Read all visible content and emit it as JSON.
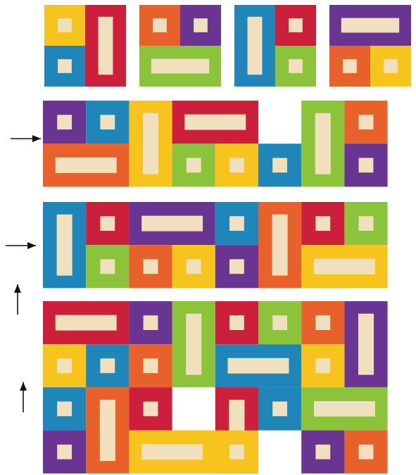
{
  "colors": {
    "Y": "#f6c41c",
    "R": "#cc1f3c",
    "B": "#1f86b9",
    "O": "#e8612a",
    "P": "#6a3592",
    "G": "#8bc43a",
    "cream": "#f1e0bd",
    "arrow": "#111111"
  },
  "blocks": [
    {
      "name": "block-1",
      "pieces": [
        [
          "sq",
          "Y"
        ],
        [
          "vbar",
          "R"
        ],
        [
          "sq",
          "B"
        ]
      ]
    },
    {
      "name": "block-2",
      "pieces": [
        [
          "sq",
          "O"
        ],
        [
          "sq",
          "P"
        ],
        [
          "hbar",
          "G"
        ]
      ]
    },
    {
      "name": "block-3",
      "pieces": [
        [
          "vbar",
          "B"
        ],
        [
          "sq",
          "R"
        ],
        [
          "sq",
          "G"
        ]
      ]
    },
    {
      "name": "block-4",
      "pieces": [
        [
          "hbar",
          "P"
        ],
        [
          "sq",
          "O"
        ],
        [
          "sq",
          "Y"
        ]
      ]
    }
  ],
  "rows": [
    {
      "name": "row-1",
      "pieces": [
        [
          "sq",
          "P"
        ],
        [
          "sq",
          "B"
        ],
        [
          "hbar",
          "O"
        ],
        [
          "vbar",
          "Y"
        ],
        [
          "hbar",
          "R"
        ],
        [
          "sq",
          "G"
        ],
        [
          "sq",
          "Y"
        ],
        [
          "sq",
          "B"
        ],
        [
          "vbar",
          "G"
        ],
        [
          "sq",
          "O"
        ],
        [
          "sq",
          "P"
        ]
      ]
    },
    {
      "name": "row-2",
      "pieces": [
        [
          "vbar",
          "B"
        ],
        [
          "sq",
          "R"
        ],
        [
          "sq",
          "G"
        ],
        [
          "hbar",
          "P"
        ],
        [
          "sq",
          "O"
        ],
        [
          "sq",
          "Y"
        ],
        [
          "sq",
          "B"
        ],
        [
          "sq",
          "P"
        ],
        [
          "vbar",
          "O"
        ],
        [
          "sq",
          "R"
        ],
        [
          "sq",
          "G"
        ],
        [
          "hbar",
          "Y"
        ]
      ]
    }
  ],
  "quilt": {
    "name": "quilt",
    "pieces": [
      [
        "hbar",
        "R"
      ],
      [
        "sq",
        "P"
      ],
      [
        "vbar",
        "G"
      ],
      [
        "sq",
        "R"
      ],
      [
        "sq",
        "G"
      ],
      [
        "sq",
        "O"
      ],
      [
        "vbar",
        "P"
      ],
      [
        "sq",
        "Y"
      ],
      [
        "sq",
        "B"
      ],
      [
        "sq",
        "O"
      ],
      [
        "hbar",
        "B"
      ],
      [
        "sq",
        "Y"
      ],
      [
        "sq",
        "B"
      ],
      [
        "vbar",
        "O"
      ],
      [
        "sq",
        "R"
      ],
      [
        "vbar",
        "R"
      ],
      [
        "sq",
        "B"
      ],
      [
        "hbar",
        "G"
      ],
      [
        "sq",
        "P"
      ],
      [
        "hbar",
        "Y"
      ],
      [
        "sq",
        "Y"
      ],
      [
        "sq",
        "P"
      ],
      [
        "sq",
        "O"
      ]
    ]
  },
  "arrows": [
    {
      "name": "arrow-right-1",
      "dir": "right"
    },
    {
      "name": "arrow-right-2",
      "dir": "right"
    },
    {
      "name": "arrow-up-1",
      "dir": "up"
    },
    {
      "name": "arrow-up-2",
      "dir": "up"
    }
  ]
}
